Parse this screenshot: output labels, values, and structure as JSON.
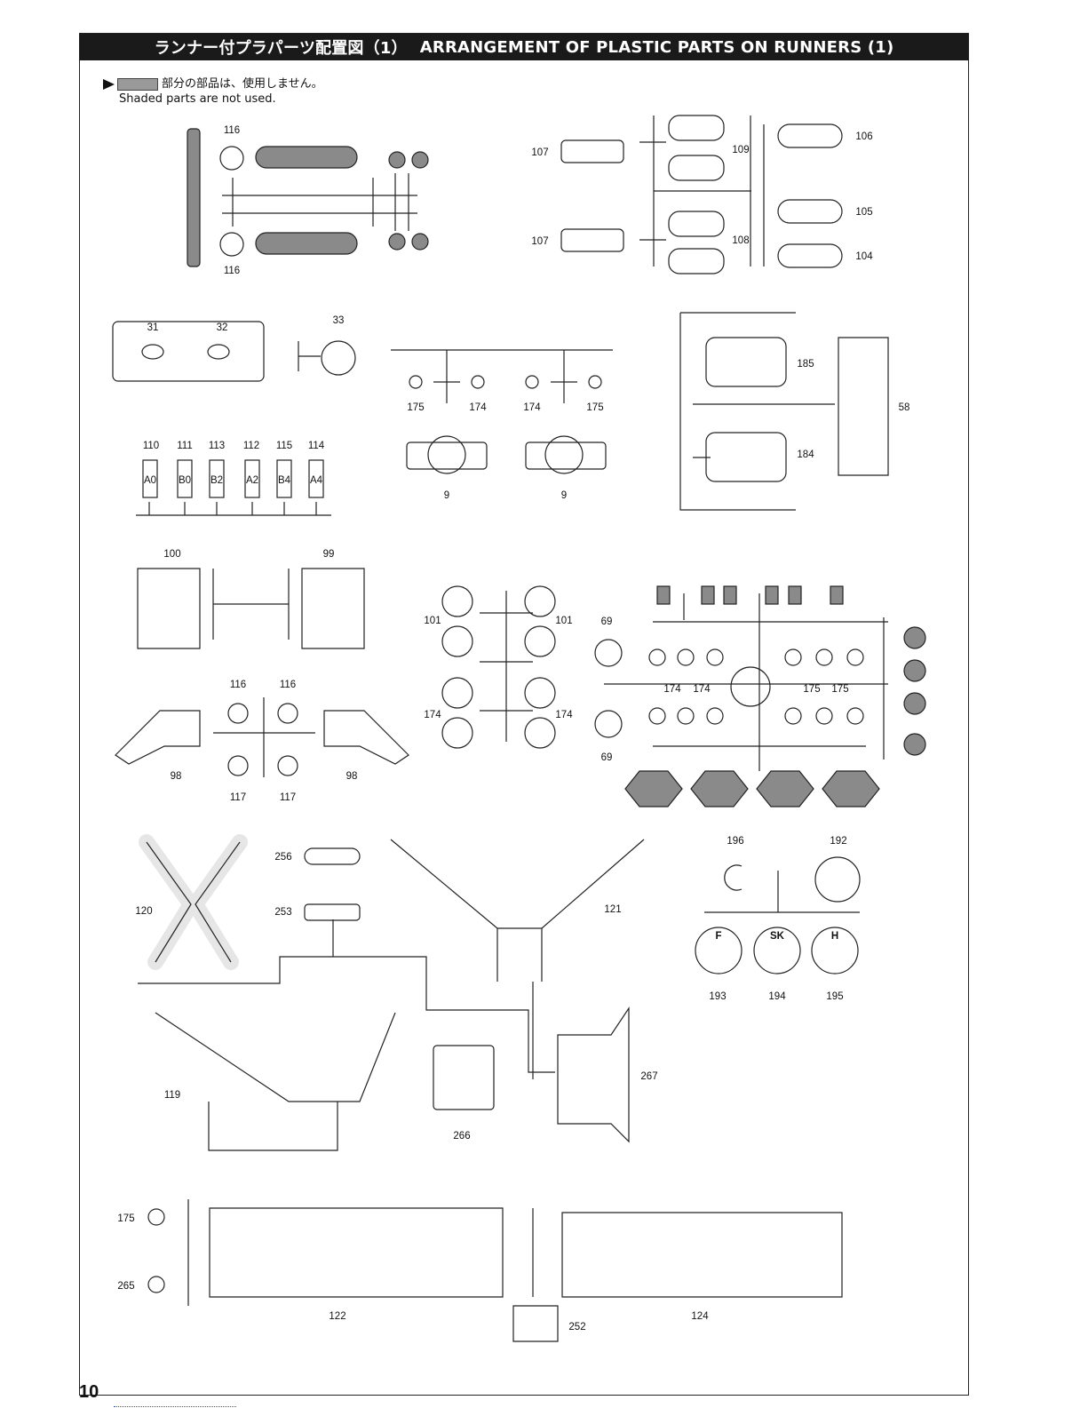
{
  "header": {
    "title_jp": "ランナー付プラパーツ配置図（1）",
    "title_en": "ARRANGEMENT OF PLASTIC PARTS ON RUNNERS (1)"
  },
  "note": {
    "jp": "部分の部品は、使用しません。",
    "en": "Shaded parts are not used."
  },
  "page_number": "10",
  "part_labels": [
    "116",
    "116",
    "107",
    "109",
    "106",
    "107",
    "108",
    "105",
    "104",
    "31",
    "32",
    "33",
    "175",
    "174",
    "174",
    "175",
    "9",
    "9",
    "185",
    "58",
    "184",
    "110",
    "111",
    "113",
    "112",
    "115",
    "114",
    "100",
    "99",
    "101",
    "101",
    "69",
    "174",
    "174",
    "175",
    "175",
    "174",
    "174",
    "69",
    "116",
    "116",
    "98",
    "98",
    "117",
    "117",
    "256",
    "253",
    "120",
    "121",
    "196",
    "192",
    "193",
    "194",
    "195",
    "119",
    "266",
    "267",
    "175",
    "265",
    "122",
    "252",
    "124"
  ],
  "wheel_marks": [
    "F",
    "SK",
    "H"
  ],
  "insert_marks": [
    "A0",
    "B0",
    "B2",
    "A2",
    "B4",
    "A4"
  ]
}
